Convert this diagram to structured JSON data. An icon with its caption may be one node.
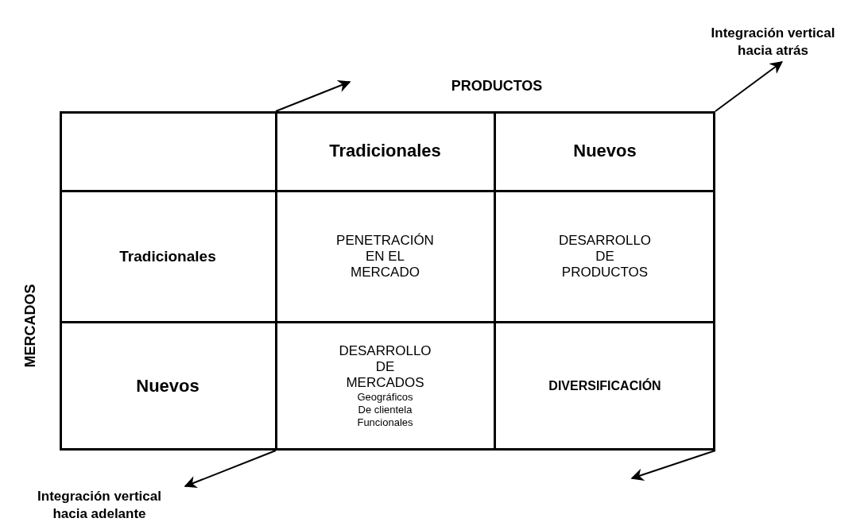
{
  "diagram": {
    "nodes": [
      {
        "text": [],
        "shape": "box"
      },
      {
        "text": [
          "Tradicionales"
        ],
        "in": 0
      },
      {
        "text": [
          "Nuevos"
        ],
        "in": 0
      },
      {
        "text": [
          "Tradicionales"
        ],
        "in": 0
      },
      {
        "text": [
          "PENETRACIÓN EN EL MERCADO"
        ],
        "in": 0
      },
      {
        "text": [
          "DESARROLLO DE PRODUCTOS"
        ],
        "in": 0
      },
      {
        "text": [
          "Nuevos"
        ],
        "in": 0
      },
      {
        "text": [
          "DESARROLLO DE MERCADOS",
          "Geográficos De clientela Funcionales"
        ],
        "in": 0
      },
      {
        "text": [
          "DIVERSIFICACIÓN"
        ],
        "in": 0
      },
      {
        "text": [
          "Integración vertical hacia atrás"
        ]
      },
      {
        "text": [
          "Integración vertical hacia adelante"
        ]
      }
    ],
    "edges": [
      {
        "from": 0,
        "to": null,
        "arrow": "to"
      },
      {
        "from": 0,
        "to": 9,
        "arrow": "to"
      },
      {
        "from": 0,
        "to": 10,
        "arrow": "to"
      },
      {
        "from": 0,
        "to": null,
        "arrow": "to"
      }
    ],
    "labels": [
      "PRODUCTOS",
      "MERCADOS"
    ]
  }
}
